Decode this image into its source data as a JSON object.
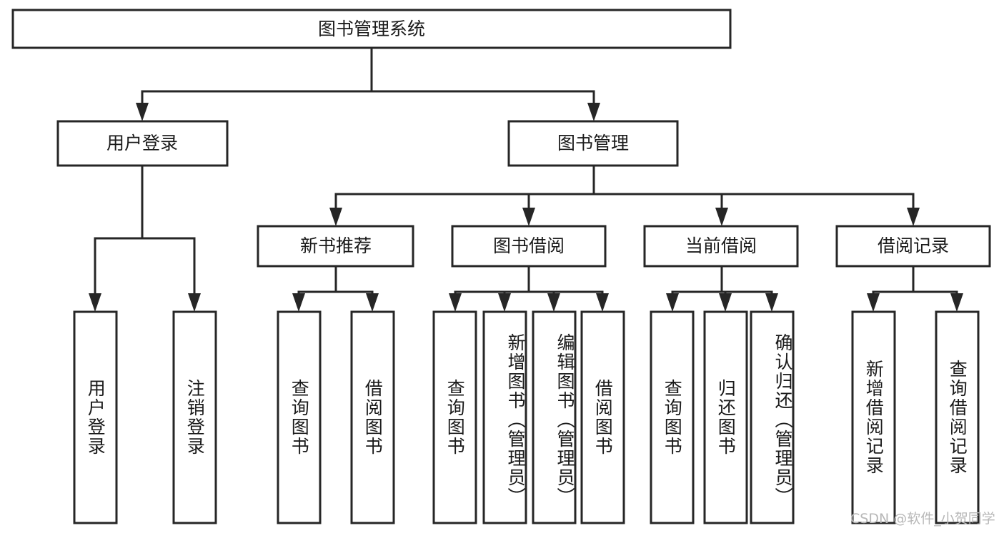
{
  "diagram": {
    "title": "图书管理系统",
    "type": "tree",
    "watermark": "CSDN @软件_小贺同学",
    "colors": {
      "stroke": "#262626",
      "fill": "#ffffff",
      "text": "#1a1a1a",
      "watermark": "#b7b7b7",
      "background": "#ffffff"
    },
    "levels": {
      "root": {
        "label": "图书管理系统"
      },
      "level2": [
        {
          "label": "用户登录"
        },
        {
          "label": "图书管理"
        }
      ],
      "level3": [
        {
          "label": "新书推荐"
        },
        {
          "label": "图书借阅"
        },
        {
          "label": "当前借阅"
        },
        {
          "label": "借阅记录"
        }
      ],
      "leaves": {
        "user_login": [
          {
            "label": "用户登录"
          },
          {
            "label": "注销登录"
          }
        ],
        "new_book_recommend": [
          {
            "label": "查询图书"
          },
          {
            "label": "借阅图书"
          }
        ],
        "book_borrow": [
          {
            "label": "查询图书"
          },
          {
            "label": "新增图书（管理员）"
          },
          {
            "label": "编辑图书（管理员）"
          },
          {
            "label": "借阅图书"
          }
        ],
        "current_borrow": [
          {
            "label": "查询图书"
          },
          {
            "label": "归还图书"
          },
          {
            "label": "确认归还（管理员）"
          }
        ],
        "borrow_record": [
          {
            "label": "新增借阅记录"
          },
          {
            "label": "查询借阅记录"
          }
        ]
      }
    },
    "chart_data": {
      "type": "table",
      "title": "图书管理系统 功能结构图",
      "nodes": [
        {
          "id": "root",
          "label": "图书管理系统",
          "level": 0,
          "parent": null
        },
        {
          "id": "n_user_login",
          "label": "用户登录",
          "level": 1,
          "parent": "root"
        },
        {
          "id": "n_book_mgmt",
          "label": "图书管理",
          "level": 1,
          "parent": "root"
        },
        {
          "id": "n_new_book",
          "label": "新书推荐",
          "level": 2,
          "parent": "n_book_mgmt"
        },
        {
          "id": "n_book_borrow",
          "label": "图书借阅",
          "level": 2,
          "parent": "n_book_mgmt"
        },
        {
          "id": "n_current_borrow",
          "label": "当前借阅",
          "level": 2,
          "parent": "n_book_mgmt"
        },
        {
          "id": "n_borrow_record",
          "label": "借阅记录",
          "level": 2,
          "parent": "n_book_mgmt"
        },
        {
          "id": "l1",
          "label": "用户登录",
          "level": 3,
          "parent": "n_user_login"
        },
        {
          "id": "l2",
          "label": "注销登录",
          "level": 3,
          "parent": "n_user_login"
        },
        {
          "id": "l3",
          "label": "查询图书",
          "level": 3,
          "parent": "n_new_book"
        },
        {
          "id": "l4",
          "label": "借阅图书",
          "level": 3,
          "parent": "n_new_book"
        },
        {
          "id": "l5",
          "label": "查询图书",
          "level": 3,
          "parent": "n_book_borrow"
        },
        {
          "id": "l6",
          "label": "新增图书（管理员）",
          "level": 3,
          "parent": "n_book_borrow"
        },
        {
          "id": "l7",
          "label": "编辑图书（管理员）",
          "level": 3,
          "parent": "n_book_borrow"
        },
        {
          "id": "l8",
          "label": "借阅图书",
          "level": 3,
          "parent": "n_book_borrow"
        },
        {
          "id": "l9",
          "label": "查询图书",
          "level": 3,
          "parent": "n_current_borrow"
        },
        {
          "id": "l10",
          "label": "归还图书",
          "level": 3,
          "parent": "n_current_borrow"
        },
        {
          "id": "l11",
          "label": "确认归还（管理员）",
          "level": 3,
          "parent": "n_current_borrow"
        },
        {
          "id": "l12",
          "label": "新增借阅记录",
          "level": 3,
          "parent": "n_borrow_record"
        },
        {
          "id": "l13",
          "label": "查询借阅记录",
          "level": 3,
          "parent": "n_borrow_record"
        }
      ]
    }
  }
}
